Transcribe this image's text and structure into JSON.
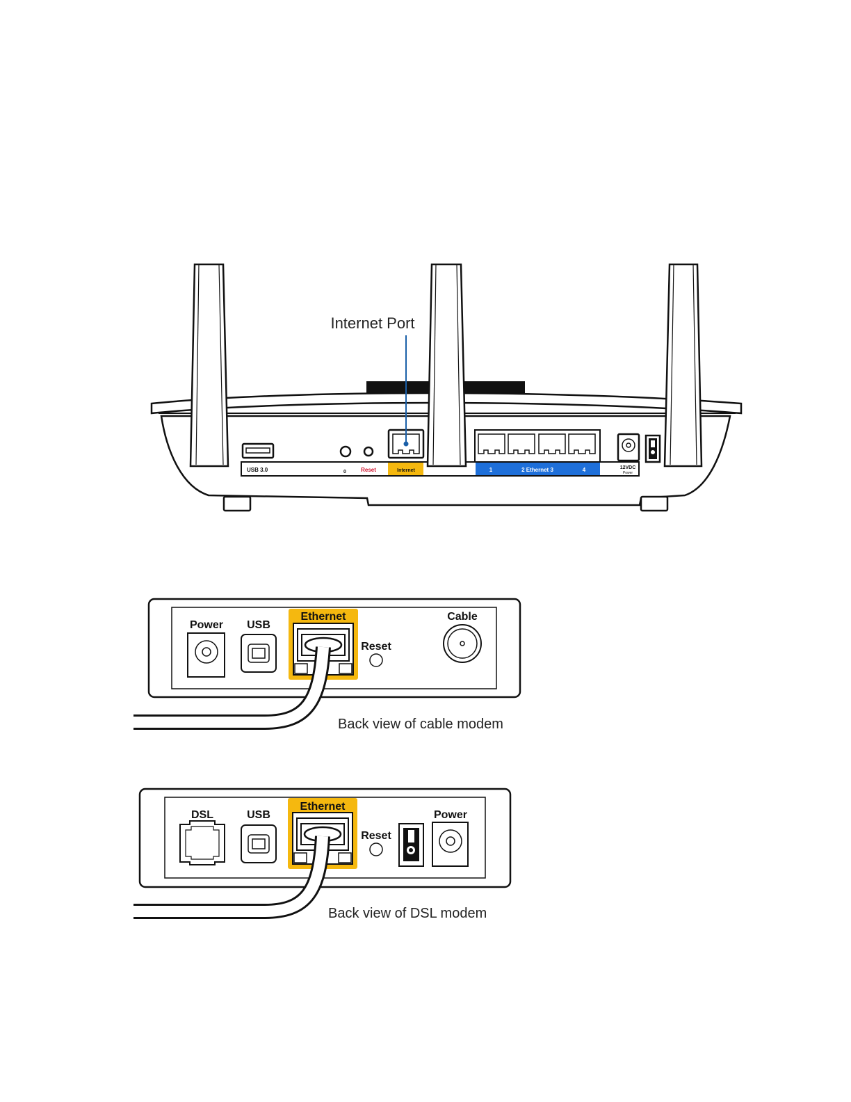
{
  "router": {
    "callout": "Internet Port",
    "labels": {
      "usb": "USB 3.0",
      "wps": "0",
      "reset": "Reset",
      "internet": "Internet",
      "eth1": "1",
      "eth_mid": "2  Ethernet  3",
      "eth4": "4",
      "power_v": "12VDC",
      "power_word": "Power"
    }
  },
  "cable_modem": {
    "caption": "Back view of cable modem",
    "labels": {
      "power": "Power",
      "usb": "USB",
      "ethernet": "Ethernet",
      "reset": "Reset",
      "cable": "Cable"
    }
  },
  "dsl_modem": {
    "caption": "Back view of DSL modem",
    "labels": {
      "dsl": "DSL",
      "usb": "USB",
      "ethernet": "Ethernet",
      "reset": "Reset",
      "power": "Power"
    }
  },
  "colors": {
    "internet_highlight": "#F5B80F",
    "ethernet_band": "#1E6FD9",
    "reset_label": "#D0102A",
    "callout_line": "#1A5FA8",
    "outline": "#111111"
  }
}
